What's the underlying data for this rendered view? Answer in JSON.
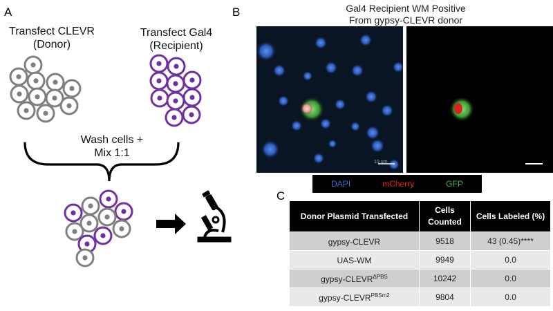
{
  "panel_a": {
    "letter": "A",
    "donor_line1": "Transfect CLEVR",
    "donor_line2": "(Donor)",
    "recipient_line1": "Transfect Gal4",
    "recipient_line2": "(Recipient)",
    "wash_line1": "Wash cells +",
    "wash_line2": "Mix 1:1",
    "donor_color": "#7f7f7f",
    "recipient_color": "#7030a0",
    "microscope_icon": "microscope-icon",
    "arrow_icon": "right-arrow-icon"
  },
  "panel_b": {
    "letter": "B",
    "title_line1": "Gal4 Recipient WM Positive",
    "title_line2": "From gypsy-CLEVR donor",
    "scalebar_label": "10 µm",
    "legend": [
      {
        "label": "DAPI",
        "color": "#3a6fd8"
      },
      {
        "label": "mCherry",
        "color": "#e8201c"
      },
      {
        "label": "GFP",
        "color": "#44b944"
      }
    ]
  },
  "panel_c": {
    "letter": "C",
    "headers": [
      "Donor Plasmid Transfected",
      "Cells Counted",
      "Cells Labeled (%)"
    ],
    "rows": [
      {
        "plasmid": "gypsy-CLEVR",
        "sup": "",
        "counted": "9518",
        "labeled": "43 (0.45)****"
      },
      {
        "plasmid": "UAS-WM",
        "sup": "",
        "counted": "9949",
        "labeled": "0.0"
      },
      {
        "plasmid": "gypsy-CLEVR",
        "sup": "ΔPBS",
        "counted": "10242",
        "labeled": "0.0"
      },
      {
        "plasmid": "gypsy-CLEVR",
        "sup": "PBSm2",
        "counted": "9804",
        "labeled": "0.0"
      }
    ]
  }
}
